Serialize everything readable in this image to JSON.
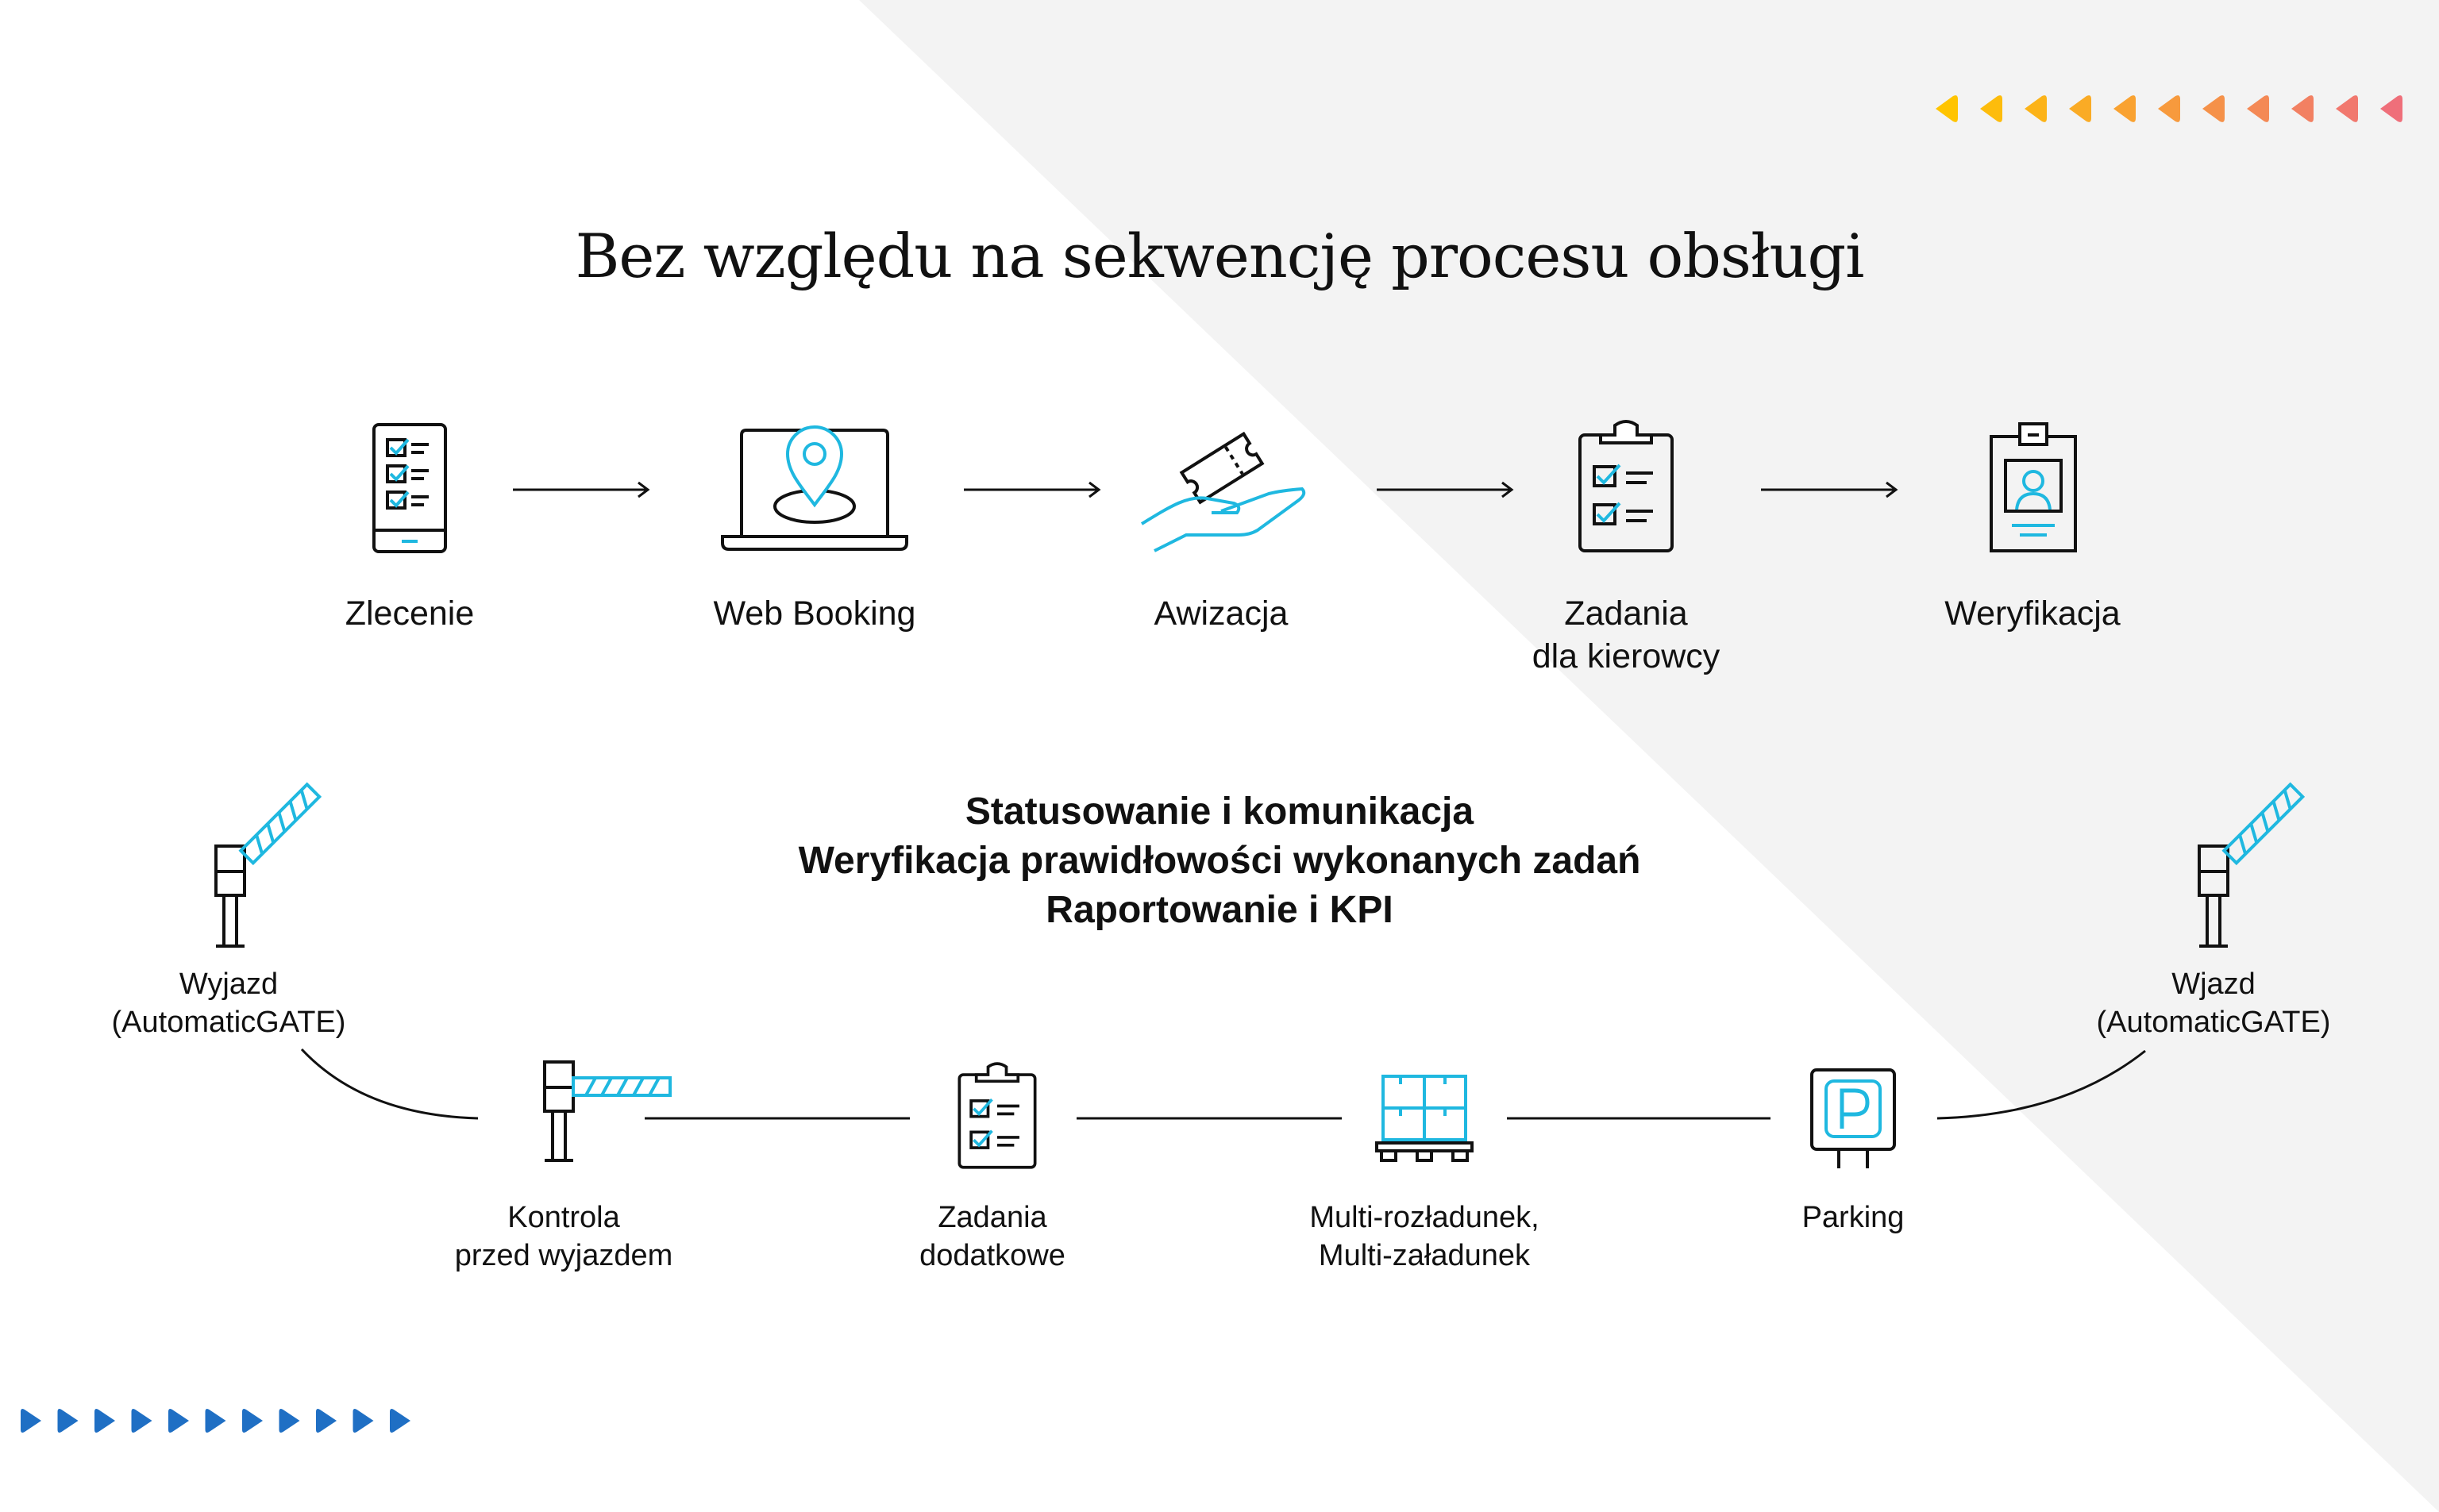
{
  "title": "Bez względu na sekwencję procesu obsługi",
  "colors": {
    "accent": "#1fb8e0",
    "line": "#111111",
    "background_grey": "#f3f3f3",
    "arrows_left": "#1f6fc4",
    "arrows_right_start": "#ffc400",
    "arrows_right_end": "#ef6f7a"
  },
  "top_steps": [
    {
      "icon": "phone-checklist-icon",
      "label": "Zlecenie"
    },
    {
      "icon": "laptop-location-pin-icon",
      "label": "Web Booking"
    },
    {
      "icon": "hand-ticket-icon",
      "label": "Awizacja"
    },
    {
      "icon": "clipboard-checklist-icon",
      "label_line1": "Zadania",
      "label_line2": "dla kierowcy"
    },
    {
      "icon": "id-badge-icon",
      "label": "Weryfikacja"
    }
  ],
  "center": {
    "line1": "Statusowanie i komunikacja",
    "line2": "Weryfikacja prawidłowości wykonanych zadań",
    "line3": "Raportowanie i KPI"
  },
  "bottom": {
    "exit": {
      "icon": "barrier-gate-open-icon",
      "line1": "Wyjazd",
      "line2": "(AutomaticGATE)"
    },
    "entry": {
      "icon": "barrier-gate-open-icon",
      "line1": "Wjazd",
      "line2": "(AutomaticGATE)"
    },
    "steps": [
      {
        "icon": "barrier-gate-closed-icon",
        "line1": "Kontrola",
        "line2": "przed wyjazdem"
      },
      {
        "icon": "clipboard-checklist-icon",
        "line1": "Zadania",
        "line2": "dodatkowe"
      },
      {
        "icon": "pallet-boxes-icon",
        "line1": "Multi-rozładunek,",
        "line2": "Multi-załadunek"
      },
      {
        "icon": "parking-sign-icon",
        "line1": "Parking"
      }
    ]
  }
}
